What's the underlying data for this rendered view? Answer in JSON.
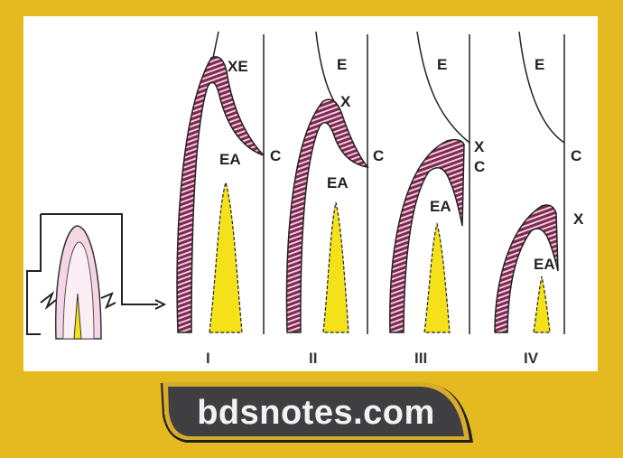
{
  "figure": {
    "panels": [
      {
        "numeral": "I",
        "labels": [
          "XE",
          "EA",
          "C"
        ]
      },
      {
        "numeral": "II",
        "labels": [
          "E",
          "X",
          "EA",
          "C"
        ]
      },
      {
        "numeral": "III",
        "labels": [
          "E",
          "X",
          "C",
          "EA"
        ]
      },
      {
        "numeral": "IV",
        "labels": [
          "E",
          "C",
          "X",
          "EA"
        ]
      }
    ]
  },
  "colors": {
    "background": "#e5b920",
    "enamel": "#a0406a",
    "pulp": "#f5e11a",
    "banner": "#3f3e40"
  },
  "banner": {
    "text": "bdsnotes.com"
  }
}
